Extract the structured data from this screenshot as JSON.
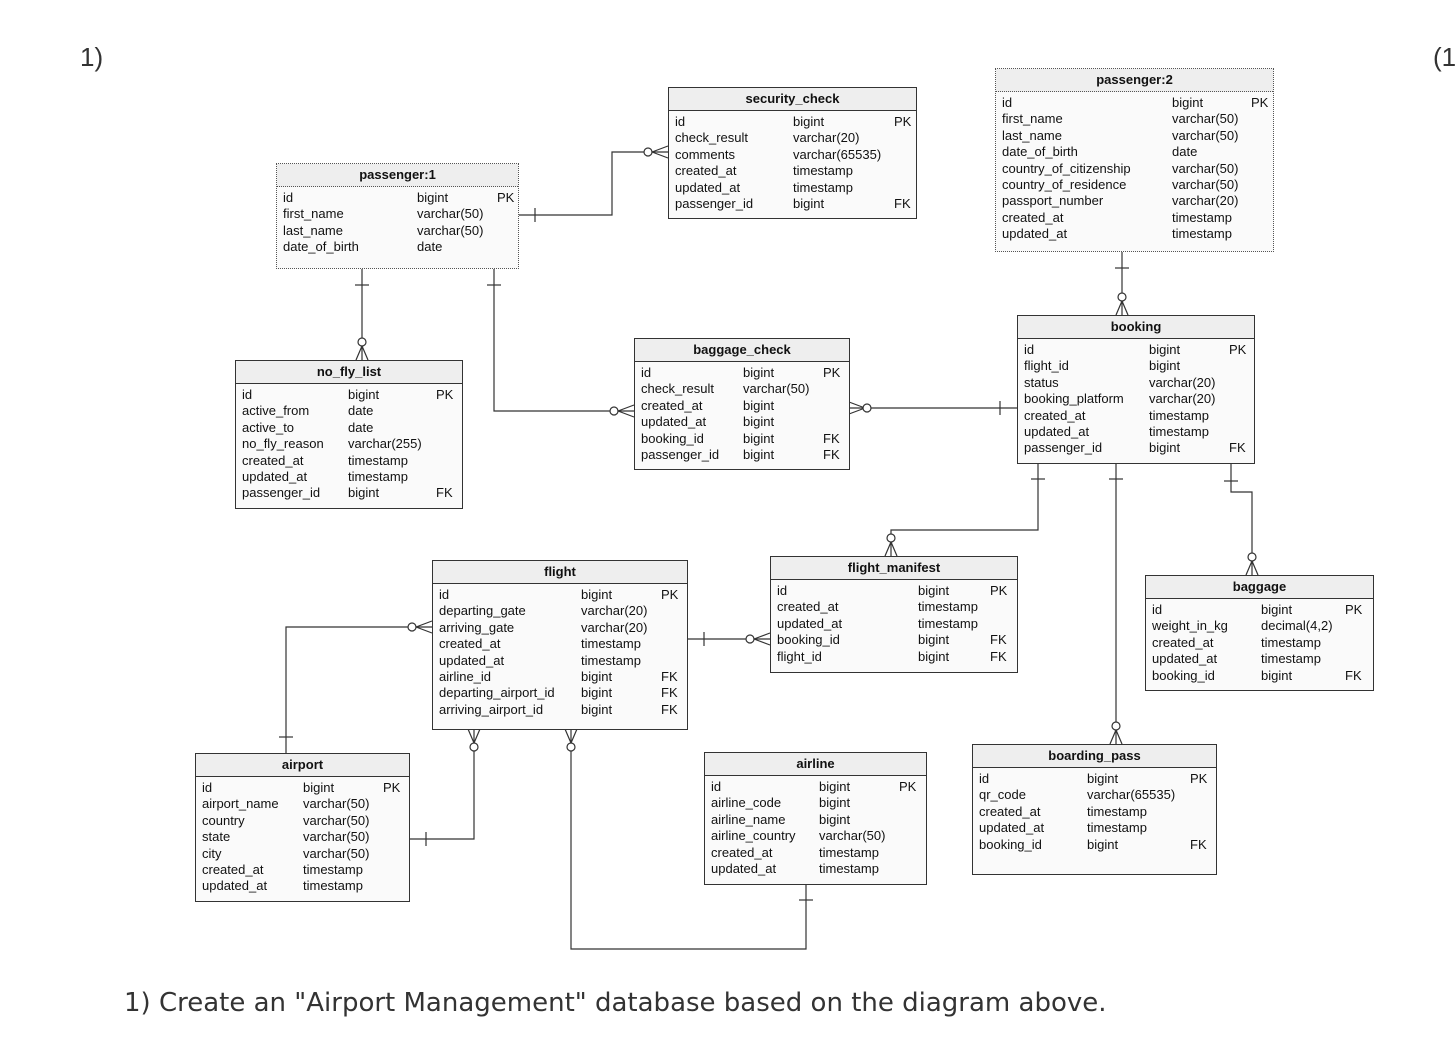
{
  "left_number": "1)",
  "right_number": "(1",
  "caption": "1) Create an \"Airport Management\" database based on the diagram above.",
  "entities": {
    "passenger_1": {
      "title": "passenger:1",
      "columns": [
        {
          "name": "id",
          "type": "bigint",
          "key": "PK"
        },
        {
          "name": "first_name",
          "type": "varchar(50)",
          "key": ""
        },
        {
          "name": "last_name",
          "type": "varchar(50)",
          "key": ""
        },
        {
          "name": "date_of_birth",
          "type": "date",
          "key": ""
        }
      ]
    },
    "security_check": {
      "title": "security_check",
      "columns": [
        {
          "name": "id",
          "type": "bigint",
          "key": "PK"
        },
        {
          "name": "check_result",
          "type": "varchar(20)",
          "key": ""
        },
        {
          "name": "comments",
          "type": "varchar(65535)",
          "key": ""
        },
        {
          "name": "created_at",
          "type": "timestamp",
          "key": ""
        },
        {
          "name": "updated_at",
          "type": "timestamp",
          "key": ""
        },
        {
          "name": "passenger_id",
          "type": "bigint",
          "key": "FK"
        }
      ]
    },
    "passenger_2": {
      "title": "passenger:2",
      "columns": [
        {
          "name": "id",
          "type": "bigint",
          "key": "PK"
        },
        {
          "name": "first_name",
          "type": "varchar(50)",
          "key": ""
        },
        {
          "name": "last_name",
          "type": "varchar(50)",
          "key": ""
        },
        {
          "name": "date_of_birth",
          "type": "date",
          "key": ""
        },
        {
          "name": "country_of_citizenship",
          "type": "varchar(50)",
          "key": ""
        },
        {
          "name": "country_of_residence",
          "type": "varchar(50)",
          "key": ""
        },
        {
          "name": "passport_number",
          "type": "varchar(20)",
          "key": ""
        },
        {
          "name": "created_at",
          "type": "timestamp",
          "key": ""
        },
        {
          "name": "updated_at",
          "type": "timestamp",
          "key": ""
        }
      ]
    },
    "no_fly_list": {
      "title": "no_fly_list",
      "columns": [
        {
          "name": "id",
          "type": "bigint",
          "key": "PK"
        },
        {
          "name": "active_from",
          "type": "date",
          "key": ""
        },
        {
          "name": "active_to",
          "type": "date",
          "key": ""
        },
        {
          "name": "no_fly_reason",
          "type": "varchar(255)",
          "key": ""
        },
        {
          "name": "created_at",
          "type": "timestamp",
          "key": ""
        },
        {
          "name": "updated_at",
          "type": "timestamp",
          "key": ""
        },
        {
          "name": "passenger_id",
          "type": "bigint",
          "key": "FK"
        }
      ]
    },
    "baggage_check": {
      "title": "baggage_check",
      "columns": [
        {
          "name": "id",
          "type": "bigint",
          "key": "PK"
        },
        {
          "name": "check_result",
          "type": "varchar(50)",
          "key": ""
        },
        {
          "name": "created_at",
          "type": "bigint",
          "key": ""
        },
        {
          "name": "updated_at",
          "type": "bigint",
          "key": ""
        },
        {
          "name": "booking_id",
          "type": "bigint",
          "key": "FK"
        },
        {
          "name": "passenger_id",
          "type": "bigint",
          "key": "FK"
        }
      ]
    },
    "booking": {
      "title": "booking",
      "columns": [
        {
          "name": "id",
          "type": "bigint",
          "key": "PK"
        },
        {
          "name": "flight_id",
          "type": "bigint",
          "key": ""
        },
        {
          "name": "status",
          "type": "varchar(20)",
          "key": ""
        },
        {
          "name": "booking_platform",
          "type": "varchar(20)",
          "key": ""
        },
        {
          "name": "created_at",
          "type": "timestamp",
          "key": ""
        },
        {
          "name": "updated_at",
          "type": "timestamp",
          "key": ""
        },
        {
          "name": "passenger_id",
          "type": "bigint",
          "key": "FK"
        }
      ]
    },
    "flight": {
      "title": "flight",
      "columns": [
        {
          "name": "id",
          "type": "bigint",
          "key": "PK"
        },
        {
          "name": "departing_gate",
          "type": "varchar(20)",
          "key": ""
        },
        {
          "name": "arriving_gate",
          "type": "varchar(20)",
          "key": ""
        },
        {
          "name": "created_at",
          "type": "timestamp",
          "key": ""
        },
        {
          "name": "updated_at",
          "type": "timestamp",
          "key": ""
        },
        {
          "name": "airline_id",
          "type": "bigint",
          "key": "FK"
        },
        {
          "name": "departing_airport_id",
          "type": "bigint",
          "key": "FK"
        },
        {
          "name": "arriving_airport_id",
          "type": "bigint",
          "key": "FK"
        }
      ]
    },
    "flight_manifest": {
      "title": "flight_manifest",
      "columns": [
        {
          "name": "id",
          "type": "bigint",
          "key": "PK"
        },
        {
          "name": "created_at",
          "type": "timestamp",
          "key": ""
        },
        {
          "name": "updated_at",
          "type": "timestamp",
          "key": ""
        },
        {
          "name": "booking_id",
          "type": "bigint",
          "key": "FK"
        },
        {
          "name": "flight_id",
          "type": "bigint",
          "key": "FK"
        }
      ]
    },
    "baggage": {
      "title": "baggage",
      "columns": [
        {
          "name": "id",
          "type": "bigint",
          "key": "PK"
        },
        {
          "name": "weight_in_kg",
          "type": "decimal(4,2)",
          "key": ""
        },
        {
          "name": "created_at",
          "type": "timestamp",
          "key": ""
        },
        {
          "name": "updated_at",
          "type": "timestamp",
          "key": ""
        },
        {
          "name": "booking_id",
          "type": "bigint",
          "key": "FK"
        }
      ]
    },
    "airport": {
      "title": "airport",
      "columns": [
        {
          "name": "id",
          "type": "bigint",
          "key": "PK"
        },
        {
          "name": "airport_name",
          "type": "varchar(50)",
          "key": ""
        },
        {
          "name": "country",
          "type": "varchar(50)",
          "key": ""
        },
        {
          "name": "state",
          "type": "varchar(50)",
          "key": ""
        },
        {
          "name": "city",
          "type": "varchar(50)",
          "key": ""
        },
        {
          "name": "created_at",
          "type": "timestamp",
          "key": ""
        },
        {
          "name": "updated_at",
          "type": "timestamp",
          "key": ""
        }
      ]
    },
    "airline": {
      "title": "airline",
      "columns": [
        {
          "name": "id",
          "type": "bigint",
          "key": "PK"
        },
        {
          "name": "airline_code",
          "type": "bigint",
          "key": ""
        },
        {
          "name": "airline_name",
          "type": "bigint",
          "key": ""
        },
        {
          "name": "airline_country",
          "type": "varchar(50)",
          "key": ""
        },
        {
          "name": "created_at",
          "type": "timestamp",
          "key": ""
        },
        {
          "name": "updated_at",
          "type": "timestamp",
          "key": ""
        }
      ]
    },
    "boarding_pass": {
      "title": "boarding_pass",
      "columns": [
        {
          "name": "id",
          "type": "bigint",
          "key": "PK"
        },
        {
          "name": "qr_code",
          "type": "varchar(65535)",
          "key": ""
        },
        {
          "name": "created_at",
          "type": "timestamp",
          "key": ""
        },
        {
          "name": "updated_at",
          "type": "timestamp",
          "key": ""
        },
        {
          "name": "booking_id",
          "type": "bigint",
          "key": "FK"
        }
      ]
    }
  }
}
